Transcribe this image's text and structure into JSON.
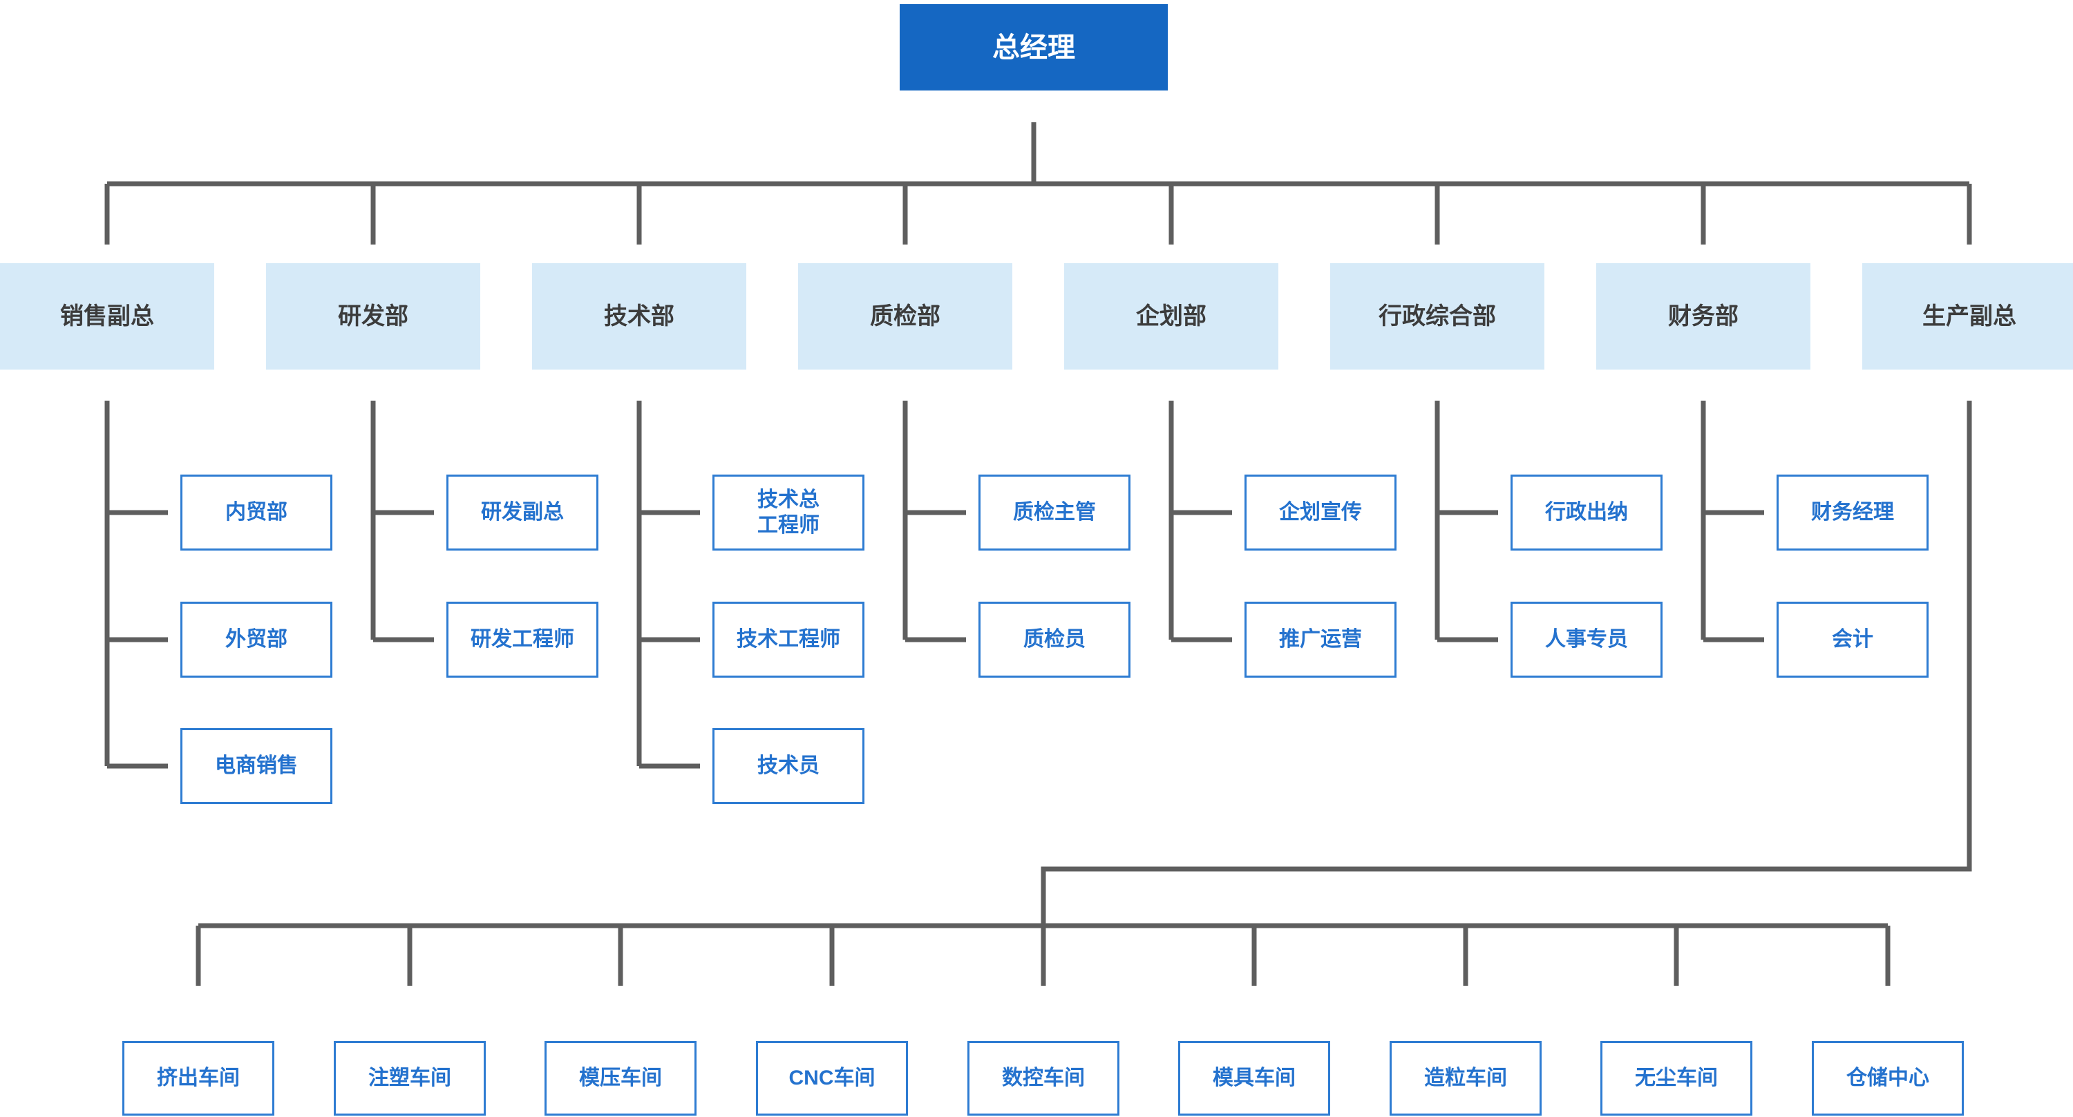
{
  "palette": {
    "primary_blue": "#1567C2",
    "light_blue": "#D6EAF8",
    "node_border_blue": "#2E7CD2",
    "node_text_blue": "#2472CE",
    "dept_text": "#3C3C3C",
    "connector_gray": "#5E5E5E"
  },
  "org": {
    "root": {
      "label": "总经理"
    },
    "departments": [
      {
        "label": "销售副总",
        "children": [
          "内贸部",
          "外贸部",
          "电商销售"
        ]
      },
      {
        "label": "研发部",
        "children": [
          "研发副总",
          "研发工程师"
        ]
      },
      {
        "label": "技术部",
        "children": [
          "技术总\n工程师",
          "技术工程师",
          "技术员"
        ]
      },
      {
        "label": "质检部",
        "children": [
          "质检主管",
          "质检员"
        ]
      },
      {
        "label": "企划部",
        "children": [
          "企划宣传",
          "推广运营"
        ]
      },
      {
        "label": "行政综合部",
        "children": [
          "行政出纳",
          "人事专员"
        ]
      },
      {
        "label": "财务部",
        "children": [
          "财务经理",
          "会计"
        ]
      },
      {
        "label": "生产副总",
        "children": []
      }
    ],
    "workshops": [
      "挤出车间",
      "注塑车间",
      "模压车间",
      "CNC车间",
      "数控车间",
      "模具车间",
      "造粒车间",
      "无尘车间",
      "仓储中心"
    ]
  }
}
